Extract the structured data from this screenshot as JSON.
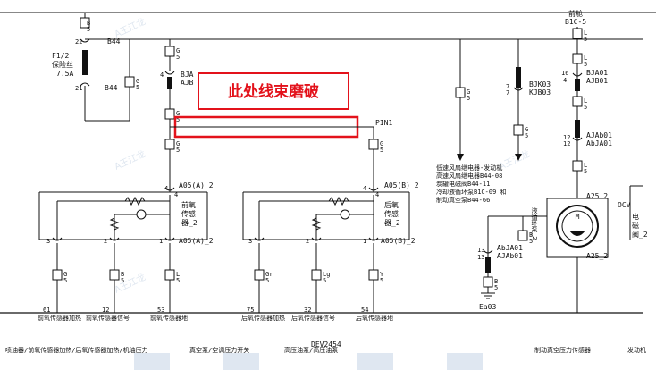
{
  "callout": {
    "text": "此处线束磨破",
    "color": "#e3121b"
  },
  "fuse": {
    "id": "F1/2",
    "name": "保险丝",
    "rating": "7.5A"
  },
  "labels": {
    "b44_top": "B44",
    "b44_left": "B44",
    "pin1": "PIN1",
    "ea03": "Ea03",
    "dev_id": "DEV2454",
    "bjk03": "BJK03",
    "kjb03": "KJB03",
    "bja_top": "BJA",
    "ajb_top": "AJB",
    "b1c5": "B1C-5",
    "b1c5_prefix": "前舱",
    "bja01": "BJA01",
    "ajb01": "AJB01",
    "ajab01": "AJAb01",
    "abja01": "AbJA01",
    "abja01_b": "AbJA01",
    "ajab01_b": "AJAb01",
    "a25_top": "A25_2",
    "a25_bot": "A25_2",
    "ocv_line1": "OCV",
    "ocv_line2": "电",
    "ocv_line3": "磁",
    "ocv_line4": "阀_2",
    "motor_m": "M",
    "pump_vert": "液循环泵_2"
  },
  "sensor_a": {
    "header": "A05(A)_2",
    "footer": "A05(A)_2",
    "name_line1": "前氧",
    "name_line2": "传感",
    "name_line3": "器_2",
    "pin3": "3",
    "pin2": "2",
    "pin1": "1",
    "pin4": "4"
  },
  "sensor_b": {
    "header": "A05(B)_2",
    "footer": "A05(B)_2",
    "name_line1": "后氧",
    "name_line2": "传感",
    "name_line3": "器_2",
    "pin3": "3",
    "pin2": "2",
    "pin1": "1",
    "pin4": "4"
  },
  "wire_tags": {
    "g": "G",
    "b": "B",
    "l": "L",
    "y": "Y",
    "s5": "5",
    "s1": "1",
    "gr": "Gr",
    "lg": "Lg"
  },
  "pin_numbers": {
    "p22": "22",
    "p21": "21",
    "p4": "4",
    "p7": "7",
    "p16": "16",
    "p12": "12",
    "p13": "13",
    "p61": "61",
    "p12b": "12",
    "p53": "53",
    "p75": "75",
    "p32": "32",
    "p54": "54"
  },
  "bottom_labels": {
    "a1": "前氧传感器加热",
    "a2": "前氧传感器信号",
    "a3": "前氧传感器地",
    "b1": "后氧传感器加热",
    "b2": "后氧传感器信号",
    "b3": "后氧传感器地"
  },
  "middle_text": {
    "line1": "低速风扇继电器-发动机",
    "line2": "高速风扇继电器B44-08",
    "line3": "炭罐电磁阀B44-11",
    "line4": "冷却液循环泵B1C-09 和",
    "line5": "制动真空泵B44-66"
  },
  "footer_row": {
    "left": "喷油器/前氧传感器加热/后氧传感器加热/机油压力",
    "mid1": "真空泵/空调压力开关",
    "mid2": "高压油泵/高压油泵",
    "right": "制动真空压力传感器",
    "far_right": "发动机"
  },
  "watermark": "A王江龙"
}
